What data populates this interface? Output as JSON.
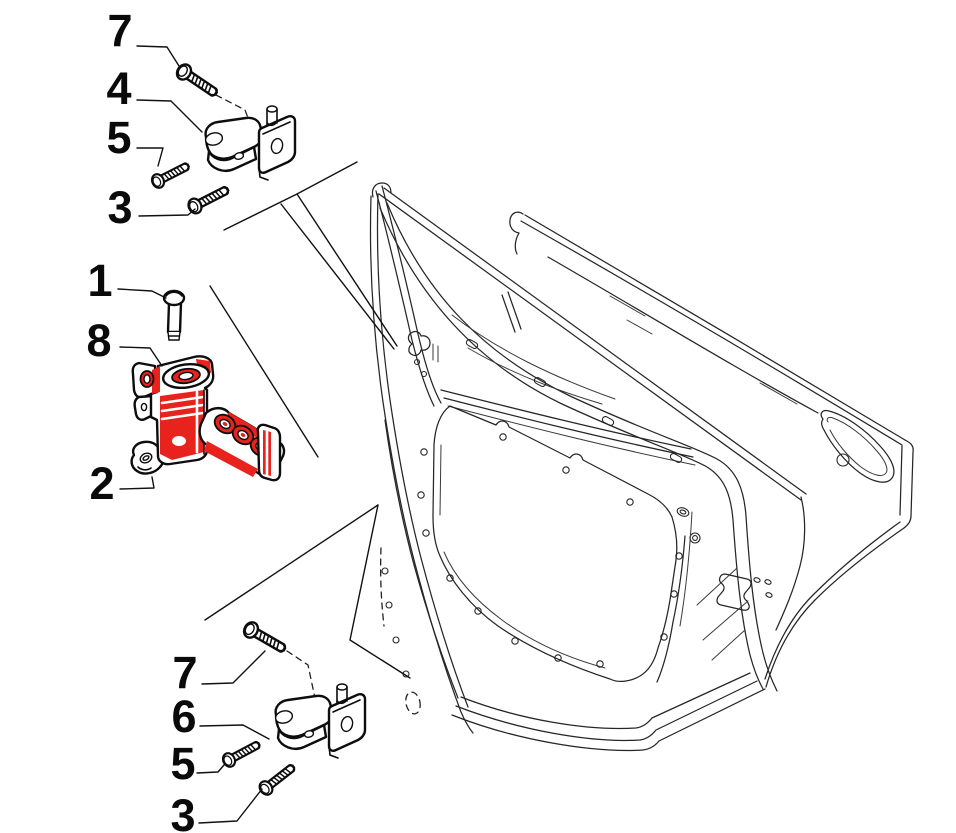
{
  "figure": {
    "type": "exploded-parts-diagram",
    "subject": "rear door with hinge brackets, fasteners and door check strap",
    "highlight_color": "#e8231d",
    "line_color": "#262626",
    "background_color": "#ffffff"
  },
  "callouts": [
    {
      "id": "top-7",
      "label": "7"
    },
    {
      "id": "top-4",
      "label": "4"
    },
    {
      "id": "top-5",
      "label": "5"
    },
    {
      "id": "top-3",
      "label": "3"
    },
    {
      "id": "mid-1",
      "label": "1"
    },
    {
      "id": "mid-8",
      "label": "8"
    },
    {
      "id": "mid-2",
      "label": "2"
    },
    {
      "id": "bot-7",
      "label": "7"
    },
    {
      "id": "bot-6",
      "label": "6"
    },
    {
      "id": "bot-5",
      "label": "5"
    },
    {
      "id": "bot-3",
      "label": "3"
    }
  ]
}
